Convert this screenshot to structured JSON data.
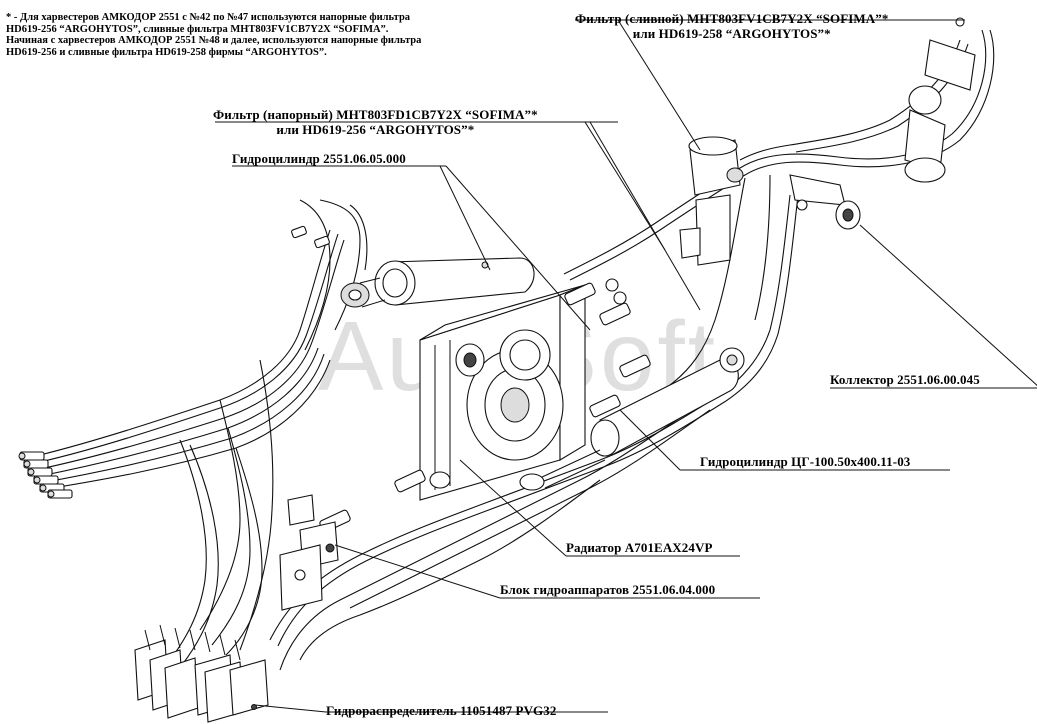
{
  "footnote": {
    "lines": [
      "* - Для харвестеров АМКОДОР 2551 с №42 по №47 используются напорные фильтра",
      "HD619-256 “ARGOHYTOS”, сливные фильтра MHT803FV1CB7Y2X “SOFIMA”.",
      "Начиная с харвестеров АМКОДОР 2551 №48  и далее, используются напорные фильтра",
      "HD619-256  и сливные фильтра HD619-258  фирмы “ARGOHYTOS”."
    ]
  },
  "callouts": {
    "drain_filter": [
      "Фильтр (сливной) MHT803FV1CB7Y2X “SOFIMA”*",
      "или HD619-258 “ARGOHYTOS”*"
    ],
    "pressure_filter": [
      "Фильтр (напорный) MHT803FD1CB7Y2X “SOFIMA”*",
      "или  HD619-256 “ARGOHYTOS”*"
    ],
    "cylinder_main": "Гидроцилиндр 2551.06.05.000",
    "manifold": "Коллектор 2551.06.00.045",
    "cylinder_cg": "Гидроцилиндр ЦГ-100.50х400.11-03",
    "radiator": "Радиатор А701ЕАХ24VP",
    "valve_block": "Блок гидроаппаратов 2551.06.04.000",
    "distributor": "Гидрораспределитель 11051487 PVG32"
  },
  "watermark": "AutoSoft"
}
